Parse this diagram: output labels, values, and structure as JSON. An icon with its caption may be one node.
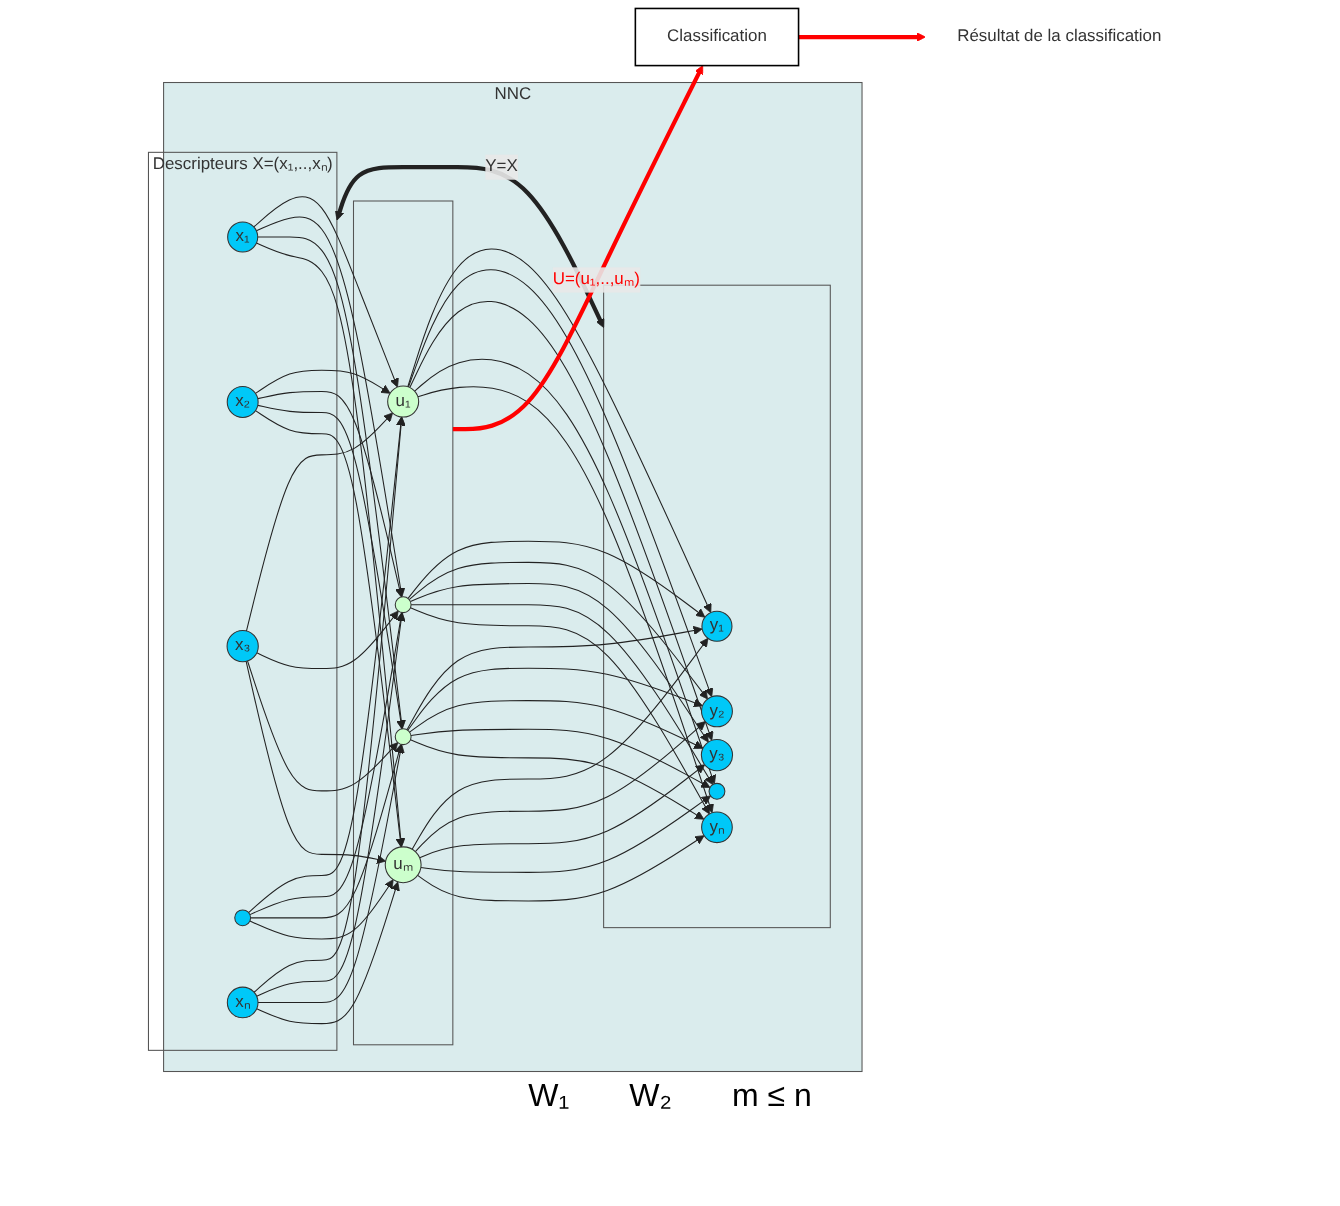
{
  "diagram": {
    "nodes": [
      {
        "text": [
          "NNC"
        ]
      },
      {
        "text": [
          "Descripteurs X=(x₁,..,xₙ)"
        ],
        "in": 0
      },
      {
        "text": [
          "x₁"
        ],
        "in": 1
      },
      {
        "text": [
          "x₂"
        ],
        "in": 1
      },
      {
        "text": [
          "x₃"
        ],
        "in": 1
      },
      {
        "text": [],
        "shape": "circle",
        "in": 1
      },
      {
        "text": [
          "xₙ"
        ],
        "in": 1
      },
      {
        "text": [],
        "shape": "box",
        "in": 0
      },
      {
        "text": [
          "u₁"
        ],
        "in": 7
      },
      {
        "text": [],
        "shape": "circle",
        "in": 7
      },
      {
        "text": [],
        "shape": "circle",
        "in": 7
      },
      {
        "text": [
          "uₘ"
        ],
        "in": 7
      },
      {
        "text": [],
        "shape": "box",
        "in": 0
      },
      {
        "text": [
          "y₁"
        ],
        "in": 12
      },
      {
        "text": [
          "y₂"
        ],
        "in": 12
      },
      {
        "text": [
          "y₃"
        ],
        "in": 12
      },
      {
        "text": [],
        "shape": "circle",
        "in": 12
      },
      {
        "text": [
          "yₙ"
        ],
        "in": 12
      },
      {
        "text": [
          "Classification"
        ]
      },
      {
        "text": [
          "Résultat de la classification"
        ]
      }
    ],
    "edges": [
      {
        "from": 2,
        "to": 8,
        "arrow": "to"
      },
      {
        "from": 2,
        "to": 9,
        "arrow": "to"
      },
      {
        "from": 2,
        "to": 10,
        "arrow": "to"
      },
      {
        "from": 2,
        "to": 11,
        "arrow": "to"
      },
      {
        "from": 3,
        "to": 8,
        "arrow": "to"
      },
      {
        "from": 3,
        "to": 9,
        "arrow": "to"
      },
      {
        "from": 3,
        "to": 10,
        "arrow": "to"
      },
      {
        "from": 3,
        "to": 11,
        "arrow": "to"
      },
      {
        "from": 4,
        "to": 8,
        "arrow": "to"
      },
      {
        "from": 4,
        "to": 9,
        "arrow": "to"
      },
      {
        "from": 4,
        "to": 10,
        "arrow": "to"
      },
      {
        "from": 4,
        "to": 11,
        "arrow": "to"
      },
      {
        "from": 5,
        "to": 8,
        "arrow": "to"
      },
      {
        "from": 5,
        "to": 9,
        "arrow": "to"
      },
      {
        "from": 5,
        "to": 10,
        "arrow": "to"
      },
      {
        "from": 5,
        "to": 11,
        "arrow": "to"
      },
      {
        "from": 6,
        "to": 8,
        "arrow": "to"
      },
      {
        "from": 6,
        "to": 9,
        "arrow": "to"
      },
      {
        "from": 6,
        "to": 10,
        "arrow": "to"
      },
      {
        "from": 6,
        "to": 11,
        "arrow": "to"
      },
      {
        "from": 8,
        "to": 13,
        "arrow": "to"
      },
      {
        "from": 8,
        "to": 14,
        "arrow": "to"
      },
      {
        "from": 8,
        "to": 15,
        "arrow": "to"
      },
      {
        "from": 8,
        "to": 16,
        "arrow": "to"
      },
      {
        "from": 8,
        "to": 17,
        "arrow": "to"
      },
      {
        "from": 9,
        "to": 13,
        "arrow": "to"
      },
      {
        "from": 9,
        "to": 14,
        "arrow": "to"
      },
      {
        "from": 9,
        "to": 15,
        "arrow": "to"
      },
      {
        "from": 9,
        "to": 16,
        "arrow": "to"
      },
      {
        "from": 9,
        "to": 17,
        "arrow": "to"
      },
      {
        "from": 10,
        "to": 13,
        "arrow": "to"
      },
      {
        "from": 10,
        "to": 14,
        "arrow": "to"
      },
      {
        "from": 10,
        "to": 15,
        "arrow": "to"
      },
      {
        "from": 10,
        "to": 16,
        "arrow": "to"
      },
      {
        "from": 10,
        "to": 17,
        "arrow": "to"
      },
      {
        "from": 11,
        "to": 13,
        "arrow": "to"
      },
      {
        "from": 11,
        "to": 14,
        "arrow": "to"
      },
      {
        "from": 11,
        "to": 15,
        "arrow": "to"
      },
      {
        "from": 11,
        "to": 16,
        "arrow": "to"
      },
      {
        "from": 11,
        "to": 17,
        "arrow": "to"
      },
      {
        "from": 1,
        "to": 12,
        "arrow": "both",
        "label": "Y=X",
        "style": "thick"
      },
      {
        "from": 7,
        "to": 18,
        "arrow": "to",
        "label": "U=(u₁,..,uₘ)",
        "style": "thick",
        "color": "#ff0000"
      },
      {
        "from": 18,
        "to": 19,
        "arrow": "to",
        "style": "thick",
        "color": "#ff0000"
      }
    ],
    "labels": [
      "W₁",
      "W₂",
      "m ≤ n"
    ]
  }
}
